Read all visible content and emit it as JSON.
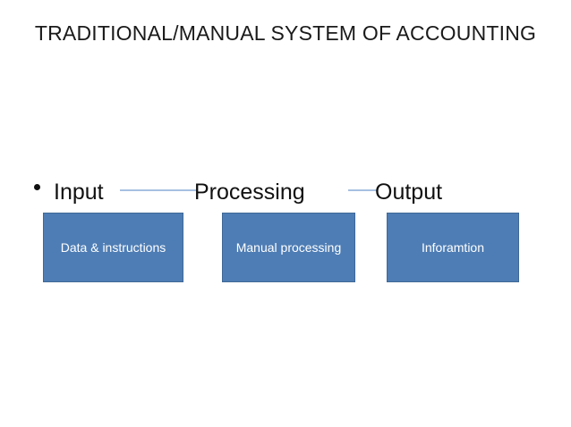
{
  "slide": {
    "title": "TRADITIONAL/MANUAL SYSTEM OF ACCOUNTING",
    "background_color": "#ffffff",
    "title_color": "#1a1a1a"
  },
  "theme": {
    "box_fill": "#4e7db5",
    "box_border": "#3f6897",
    "box_text_color": "#ffffff",
    "connector_color": "#a7c0e2",
    "label_color": "#111111"
  },
  "bullet": {
    "glyph": "bullet-dot"
  },
  "stages": [
    {
      "label": "Input",
      "box_text": "Data & instructions"
    },
    {
      "label": "Processing",
      "box_text": "Manual processing"
    },
    {
      "label": "Output",
      "box_text": "Inforamtion"
    }
  ],
  "connectors": [
    {
      "from": "Input",
      "to": "Processing"
    },
    {
      "from": "Processing",
      "to": "Output"
    }
  ]
}
